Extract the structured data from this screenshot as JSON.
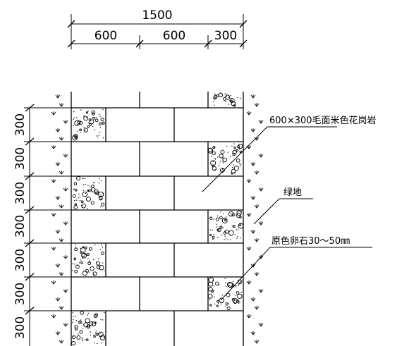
{
  "dimensions": {
    "top_total": "1500",
    "top_segments": [
      "600",
      "600",
      "300"
    ],
    "left_rows": [
      "300",
      "300",
      "300",
      "300",
      "300",
      "300",
      "300"
    ]
  },
  "annotations": {
    "granite": "600×300毛面米色花岗岩",
    "lawn": "绿地",
    "pebble": "原色卵石30～50㎜"
  }
}
